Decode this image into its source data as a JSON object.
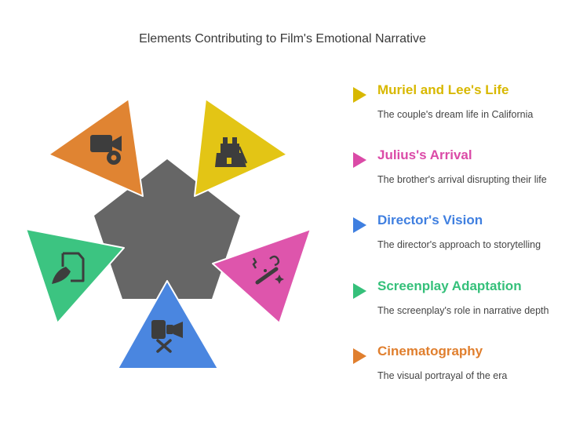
{
  "title": "Elements Contributing to Film's Emotional Narrative",
  "colors": {
    "center": "#666666",
    "yellow": "#e3c515",
    "pink": "#de55ac",
    "blue": "#4a86e0",
    "green": "#3cc481",
    "orange": "#e08432"
  },
  "legend": [
    {
      "label": "Muriel and Lee's Life",
      "desc": "The couple's dream life in California",
      "color": "#d8b800",
      "icon": "sandcastle-icon"
    },
    {
      "label": "Julius's Arrival",
      "desc": "The brother's arrival disrupting their life",
      "color": "#db4aa7",
      "icon": "party-popper-icon"
    },
    {
      "label": "Director's Vision",
      "desc": "The director's approach to storytelling",
      "color": "#3f7fe0",
      "icon": "camera-off-icon"
    },
    {
      "label": "Screenplay Adaptation",
      "desc": "The screenplay's role in narrative depth",
      "color": "#35c07a",
      "icon": "pen-document-icon"
    },
    {
      "label": "Cinematography",
      "desc": "The visual portrayal of the era",
      "color": "#e07f2e",
      "icon": "video-camera-icon"
    }
  ]
}
